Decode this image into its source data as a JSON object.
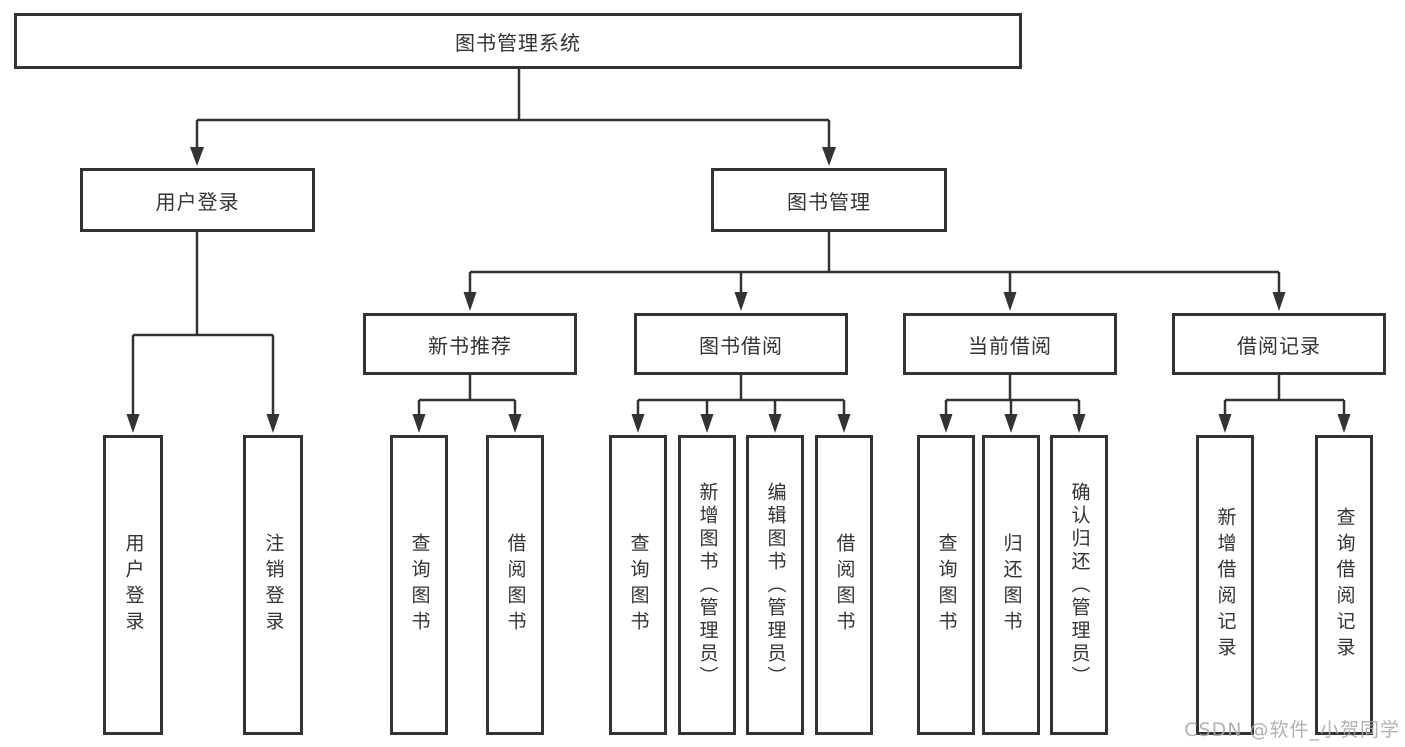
{
  "tree": {
    "root": "图书管理系统",
    "children": [
      {
        "label": "用户登录",
        "children": [
          "用户登录",
          "注销登录"
        ]
      },
      {
        "label": "图书管理",
        "children": [
          {
            "label": "新书推荐",
            "children": [
              "查询图书",
              "借阅图书"
            ]
          },
          {
            "label": "图书借阅",
            "children": [
              "查询图书",
              "新增图书（管理员）",
              "编辑图书（管理员）",
              "借阅图书"
            ]
          },
          {
            "label": "当前借阅",
            "children": [
              "查询图书",
              "归还图书",
              "确认归还（管理员）"
            ]
          },
          {
            "label": "借阅记录",
            "children": [
              "新增借阅记录",
              "查询借阅记录"
            ]
          }
        ]
      }
    ]
  },
  "watermark": "CSDN @软件_小贺同学",
  "colors": {
    "line": "#333333",
    "text": "#333333",
    "box_background": "#ffffff",
    "watermark": "#a8a8ae"
  }
}
